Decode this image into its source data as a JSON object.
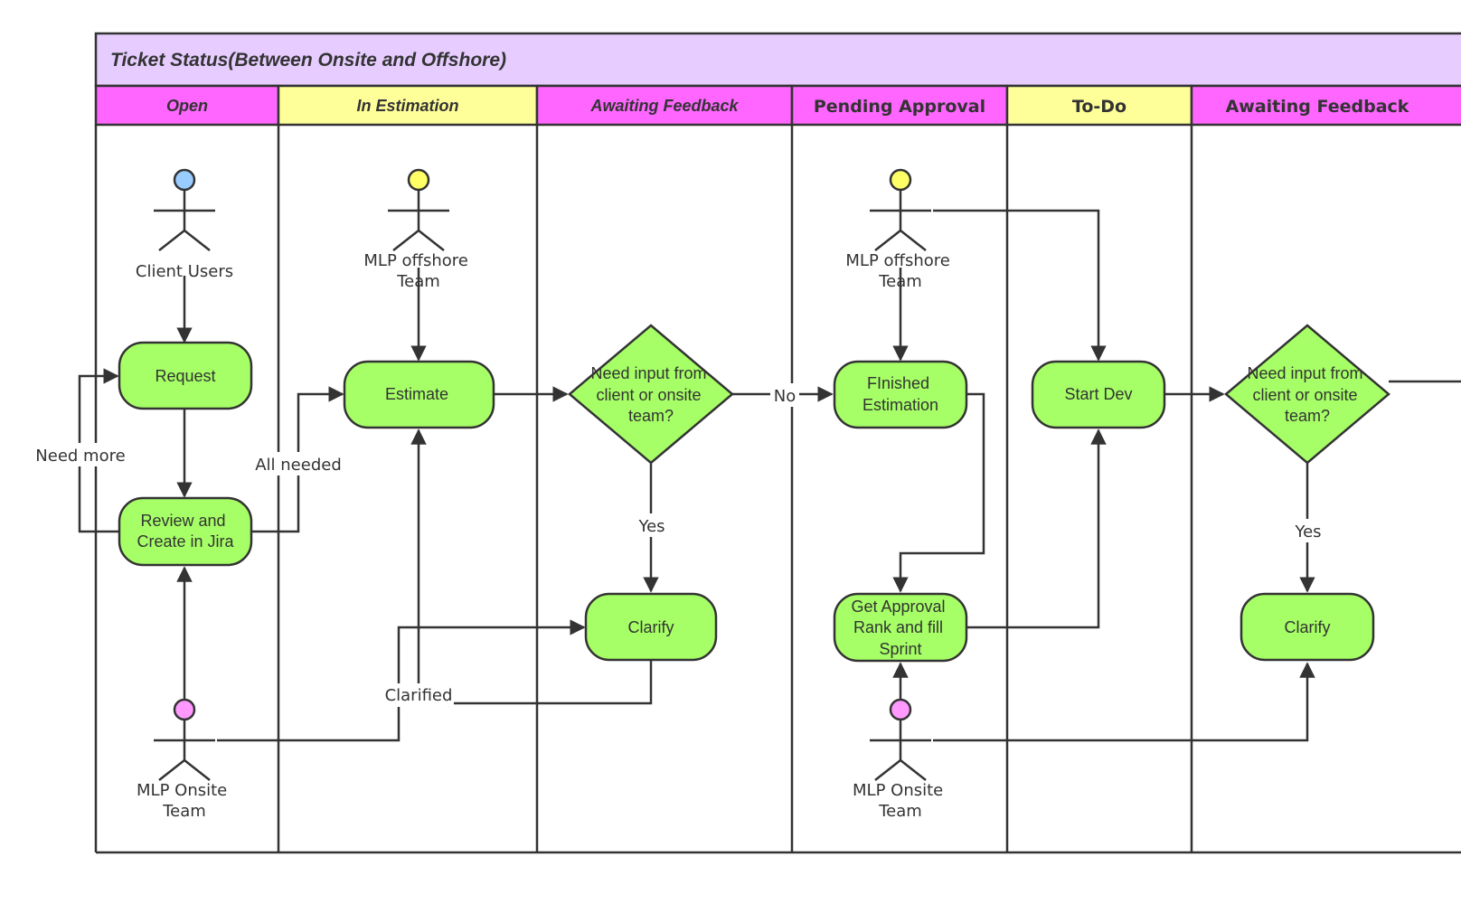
{
  "title": "Ticket Status(Between Onsite and Offshore)",
  "colors": {
    "title_bg": "#E6CCFF",
    "magenta": "#FF66FF",
    "yellow": "#FFFF99",
    "node_fill": "#A6FF66",
    "stroke": "#333333",
    "actor_blue": "#99CCFF",
    "actor_yellow": "#FFFF66",
    "actor_pink": "#FF99FF"
  },
  "lanes": [
    {
      "label": "Open"
    },
    {
      "label": "In Estimation"
    },
    {
      "label": "Awaiting Feedback"
    },
    {
      "label": "Pending Approval"
    },
    {
      "label": "To-Do"
    },
    {
      "label": "Awaiting Feedback"
    }
  ],
  "actors": {
    "client_users": [
      "Client Users"
    ],
    "offshore_1": [
      "MLP offshore",
      "Team"
    ],
    "offshore_2": [
      "MLP offshore",
      "Team"
    ],
    "onsite_1": [
      "MLP Onsite",
      "Team"
    ],
    "onsite_2": [
      "MLP Onsite",
      "Team"
    ]
  },
  "nodes": {
    "request": [
      "Request"
    ],
    "review": [
      "Review and",
      "Create in Jira"
    ],
    "estimate": [
      "Estimate"
    ],
    "decision_1": [
      "Need input from",
      "client or onsite",
      "team?"
    ],
    "clarify_1": [
      "Clarify"
    ],
    "finished": [
      "FInished",
      "Estimation"
    ],
    "get_approval": [
      "Get Approval",
      "Rank and fill",
      "Sprint"
    ],
    "start_dev": [
      "Start Dev"
    ],
    "decision_2": [
      "Need input from",
      "client or onsite",
      "team?"
    ],
    "clarify_2": [
      "Clarify"
    ]
  },
  "edge_labels": {
    "need_more": "Need more",
    "all_needed": "All needed",
    "no": "No",
    "yes_1": "Yes",
    "yes_2": "Yes",
    "clarified": "Clarified"
  }
}
